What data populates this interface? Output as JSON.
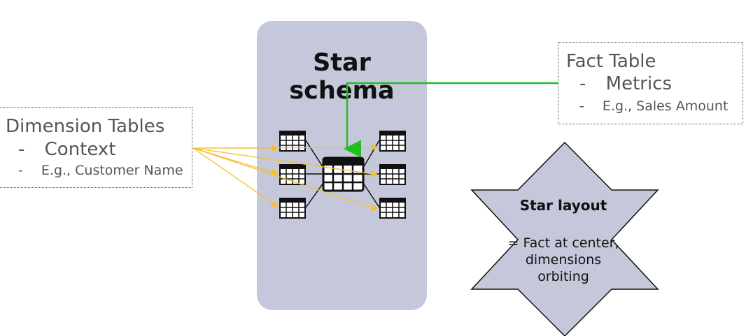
{
  "schema": {
    "title": "Star schema"
  },
  "dimension_note": {
    "heading": "Dimension Tables",
    "bullet_1": "Context",
    "bullet_2": "E.g., Customer Name"
  },
  "fact_note": {
    "heading": "Fact Table",
    "bullet_1": "Metrics",
    "bullet_2": "E.g., Sales Amount"
  },
  "star_shape": {
    "title": "Star layout",
    "body_line_1": "= Fact at center,",
    "body_line_2": "dimensions",
    "body_line_3": "orbiting"
  },
  "colors": {
    "panel": "#c5c8da",
    "dimension_arrows": "#f2c12e",
    "fact_arrow": "#1fbf1f",
    "star_fill": "#c5c8da"
  }
}
